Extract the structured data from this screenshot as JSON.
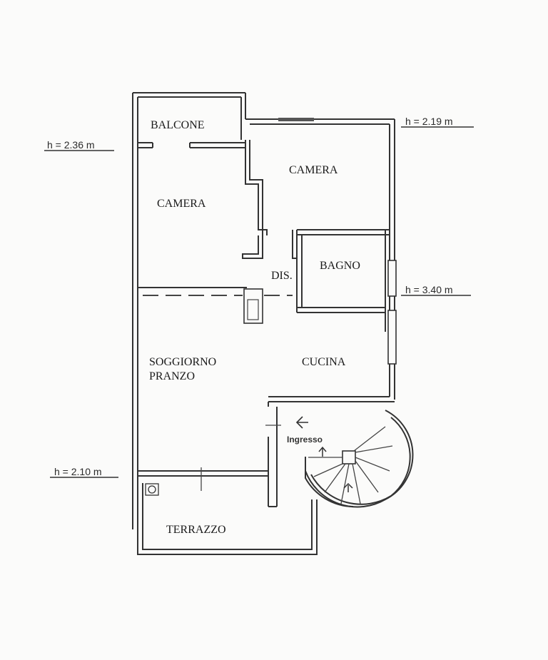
{
  "rooms": {
    "balcone": "BALCONE",
    "camera_left": "CAMERA",
    "camera_right": "CAMERA",
    "dis": "DIS.",
    "bagno": "BAGNO",
    "soggiorno_line1": "SOGGIORNO",
    "soggiorno_line2": "PRANZO",
    "cucina": "CUCINA",
    "terrazzo": "TERRAZZO"
  },
  "heights": {
    "left_top": "h = 2.36 m",
    "right_top": "h = 2.19 m",
    "right_mid": "h = 3.40 m",
    "left_bottom": "h = 2.10 m"
  },
  "entrance": {
    "label": "Ingresso"
  }
}
